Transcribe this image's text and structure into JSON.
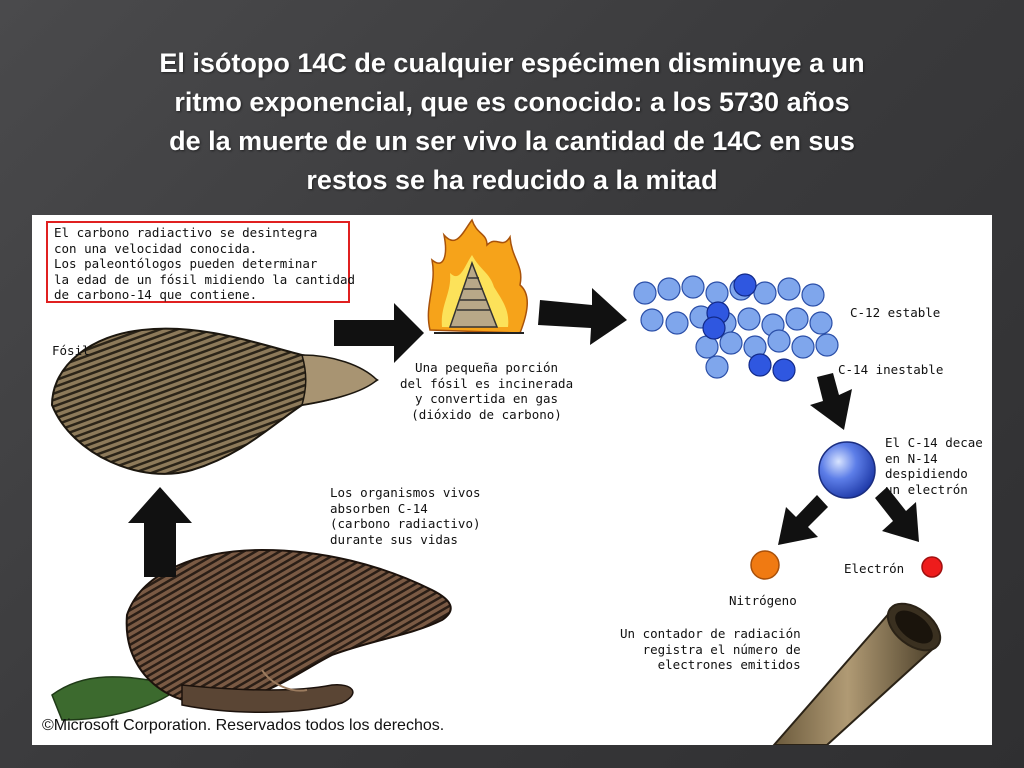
{
  "title": {
    "lines": [
      "El isótopo 14C de cualquier espécimen disminuye a un",
      "ritmo exponencial, que es conocido: a los 5730 años",
      "de la muerte de un ser vivo la cantidad de 14C en sus",
      "restos se ha reducido a la mitad"
    ]
  },
  "diagram": {
    "intro": [
      "El carbono radiactivo se desintegra",
      "con una velocidad conocida.",
      "Los paleontólogos pueden determinar",
      "la edad de un fósil midiendo la cantidad",
      "de carbono-14 que contiene."
    ],
    "fossil_label": "Fósil",
    "incinerated": [
      "Una pequeña porción",
      "del fósil es incinerada",
      "y convertida en gas",
      "(dióxido de carbono)"
    ],
    "c12_label": "C-12 estable",
    "c14_label": "C-14 inestable",
    "decay": [
      "El C-14 decae",
      "en N-14",
      "despidiendo",
      "un electrón"
    ],
    "organisms": [
      "Los organismos vivos",
      "absorben C-14",
      "(carbono radiactivo)",
      "durante sus vidas"
    ],
    "electron_label": "Electrón",
    "nitrogen_label": "Nitrógeno",
    "counter": [
      "Un contador de radiación",
      "registra el número de",
      "electrones emitidos"
    ],
    "copyright": "©Microsoft Corporation. Reservados todos los derechos."
  },
  "colors": {
    "c12": "#7fa6ec",
    "c14": "#2f57e0",
    "nitrogen": "#f07a12",
    "electron": "#ee1c1c",
    "intro_border": "#e02020"
  }
}
